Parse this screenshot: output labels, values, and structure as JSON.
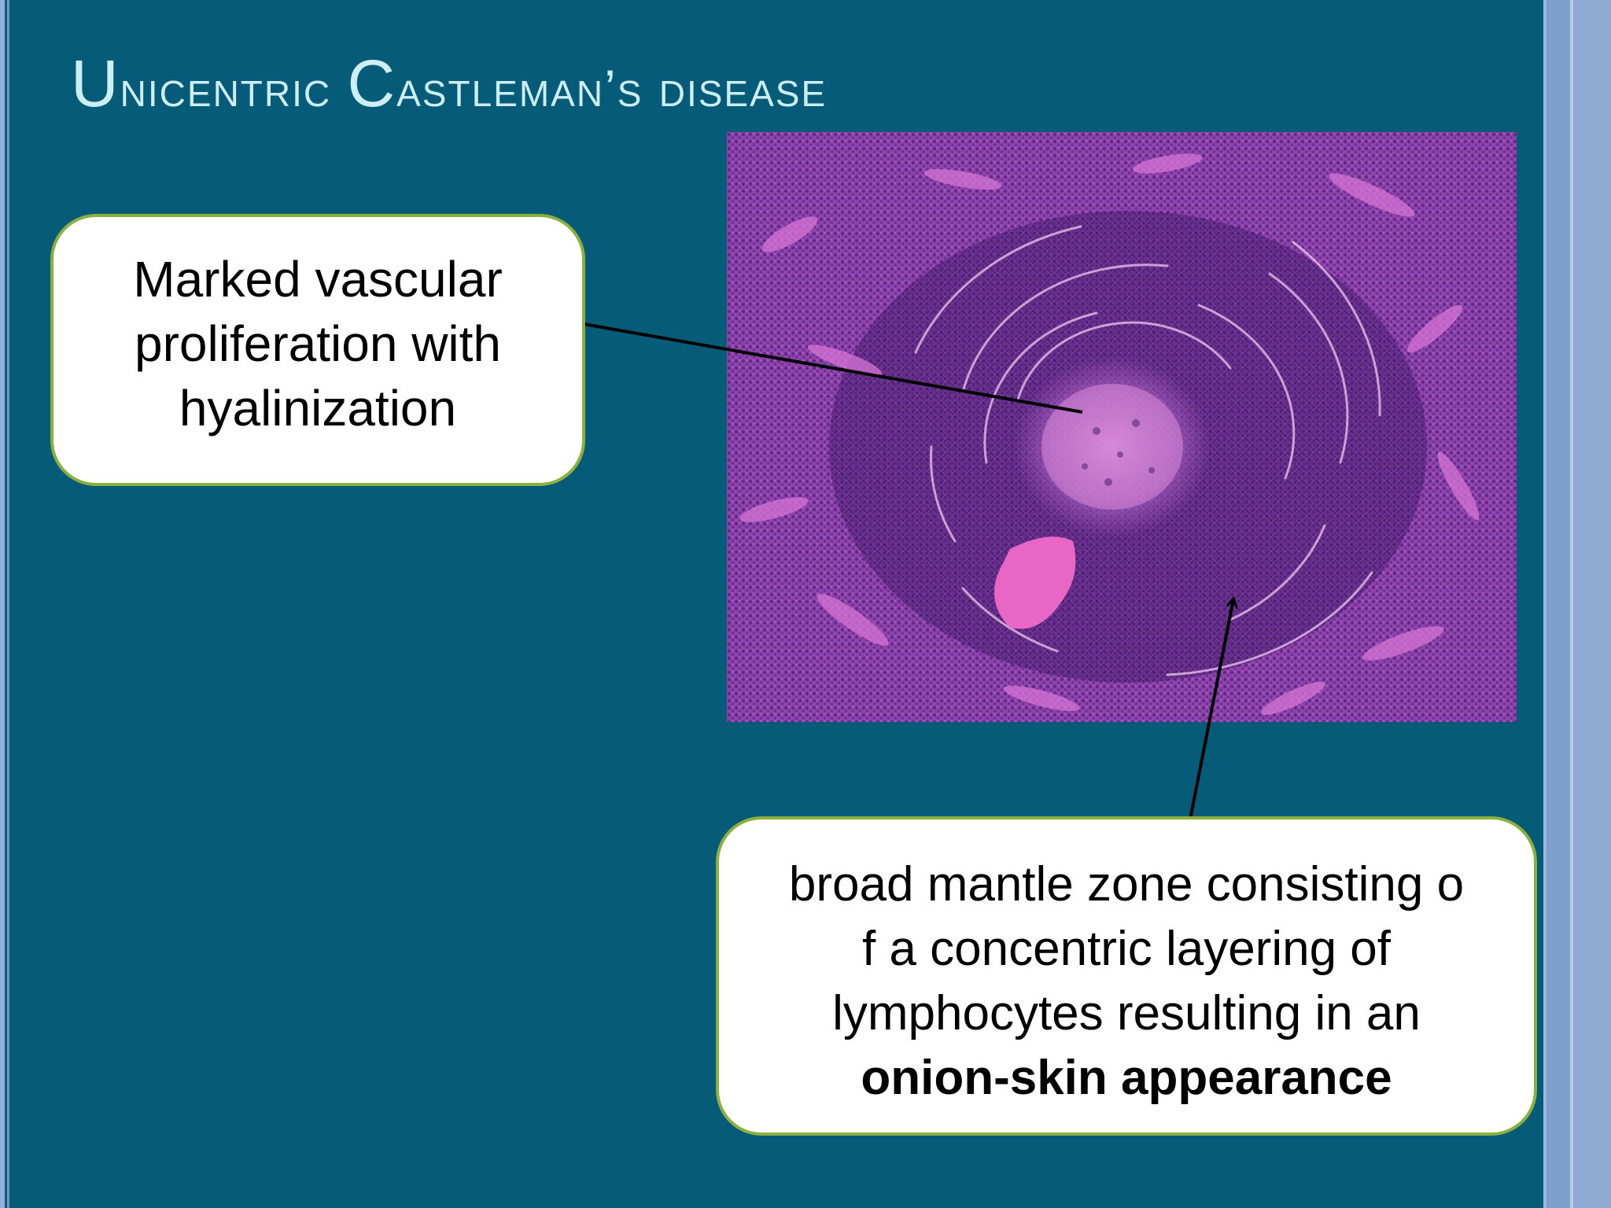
{
  "slide": {
    "title_u": "U",
    "title_nicentric": "nicentric ",
    "title_c": "C",
    "title_rest": "astleman’s disease"
  },
  "image": {
    "icon": "histology-micrograph"
  },
  "callouts": {
    "vascular": {
      "line1": "Marked vascular",
      "line2": "proliferation with",
      "line3": "hyalinization"
    },
    "mantle": {
      "line1": "broad mantle zone consisting o",
      "line2": "f a concentric layering of",
      "line3": "lymphocytes resulting in an",
      "line4_bold": "onion-skin appearance"
    }
  },
  "colors": {
    "background": "#065b78",
    "title": "#cdeef4",
    "callout_border": "#8cb03e",
    "callout_fill": "#ffffff"
  }
}
